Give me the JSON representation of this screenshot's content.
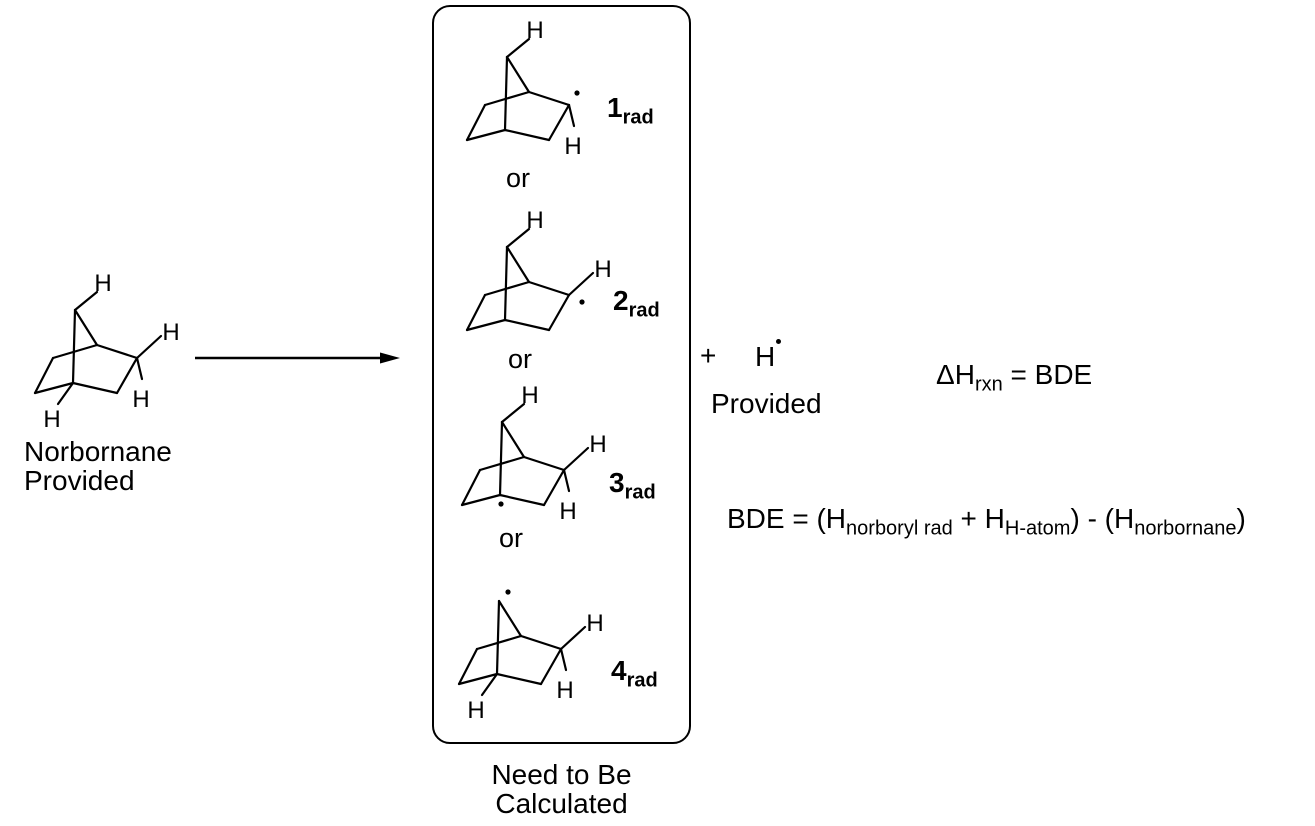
{
  "colors": {
    "ink": "#000000",
    "background": "#ffffff"
  },
  "reactant": {
    "caption_line1": "Norbornane",
    "caption_line2": "Provided"
  },
  "structures": {
    "h_symbol": "H",
    "reactant": {
      "hydrogens": [
        "top",
        "exo",
        "endo",
        "bridgehead"
      ],
      "radical": null
    },
    "radicals": [
      {
        "label_main": "1",
        "label_sub": "rad",
        "hydrogens": [
          "top",
          "endo"
        ],
        "radical": "exo",
        "separator_after": "or"
      },
      {
        "label_main": "2",
        "label_sub": "rad",
        "hydrogens": [
          "top",
          "exo"
        ],
        "radical": "endo",
        "separator_after": "or"
      },
      {
        "label_main": "3",
        "label_sub": "rad",
        "hydrogens": [
          "top",
          "exo",
          "endo"
        ],
        "radical": "bridgehead",
        "separator_after": "or"
      },
      {
        "label_main": "4",
        "label_sub": "rad",
        "hydrogens": [
          "exo",
          "endo",
          "bridgehead"
        ],
        "radical": "bridge_top",
        "separator_after": ""
      }
    ]
  },
  "box": {
    "caption_line1": "Need to Be",
    "caption_line2": "Calculated"
  },
  "products": {
    "plus": "+",
    "h_symbol": "H",
    "radical_dot": "•",
    "caption": "Provided"
  },
  "equations": {
    "enthalpy": {
      "lead": "ΔH",
      "sub": "rxn",
      "tail": " = BDE"
    },
    "bde": {
      "p1": "BDE = (H",
      "sub1": "norboryl rad",
      "p2": " + H",
      "sub2": "H-atom",
      "p3": ") - (H",
      "sub3": "norbornane",
      "p4": ")"
    }
  }
}
